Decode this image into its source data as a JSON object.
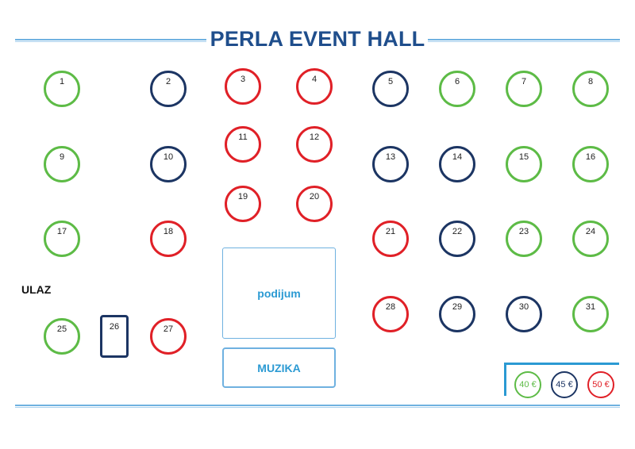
{
  "title": "PERLA EVENT HALL",
  "entrance_label": "ULAZ",
  "stage_label": "podijum",
  "music_label": "MUZIKA",
  "colors": {
    "green": "#5dbb46",
    "navy": "#1c3563",
    "red": "#e02027",
    "accent": "#2b9ad3"
  },
  "tables": [
    {
      "n": "1",
      "c": "g"
    },
    {
      "n": "2",
      "c": "b"
    },
    {
      "n": "3",
      "c": "r"
    },
    {
      "n": "4",
      "c": "r"
    },
    {
      "n": "5",
      "c": "b"
    },
    {
      "n": "6",
      "c": "g"
    },
    {
      "n": "7",
      "c": "g"
    },
    {
      "n": "8",
      "c": "g"
    },
    {
      "n": "9",
      "c": "g"
    },
    {
      "n": "10",
      "c": "b"
    },
    {
      "n": "11",
      "c": "r"
    },
    {
      "n": "12",
      "c": "r"
    },
    {
      "n": "13",
      "c": "b"
    },
    {
      "n": "14",
      "c": "b"
    },
    {
      "n": "15",
      "c": "g"
    },
    {
      "n": "16",
      "c": "g"
    },
    {
      "n": "17",
      "c": "g"
    },
    {
      "n": "18",
      "c": "r"
    },
    {
      "n": "19",
      "c": "r"
    },
    {
      "n": "20",
      "c": "r"
    },
    {
      "n": "21",
      "c": "r"
    },
    {
      "n": "22",
      "c": "b"
    },
    {
      "n": "23",
      "c": "g"
    },
    {
      "n": "24",
      "c": "g"
    },
    {
      "n": "25",
      "c": "g"
    },
    {
      "n": "26",
      "c": "b",
      "shape": "rect"
    },
    {
      "n": "27",
      "c": "r"
    },
    {
      "n": "28",
      "c": "r"
    },
    {
      "n": "29",
      "c": "b"
    },
    {
      "n": "30",
      "c": "b"
    },
    {
      "n": "31",
      "c": "g"
    }
  ],
  "legend": [
    {
      "label": "40 €",
      "c": "g"
    },
    {
      "label": "45 €",
      "c": "b"
    },
    {
      "label": "50 €",
      "c": "r"
    }
  ]
}
